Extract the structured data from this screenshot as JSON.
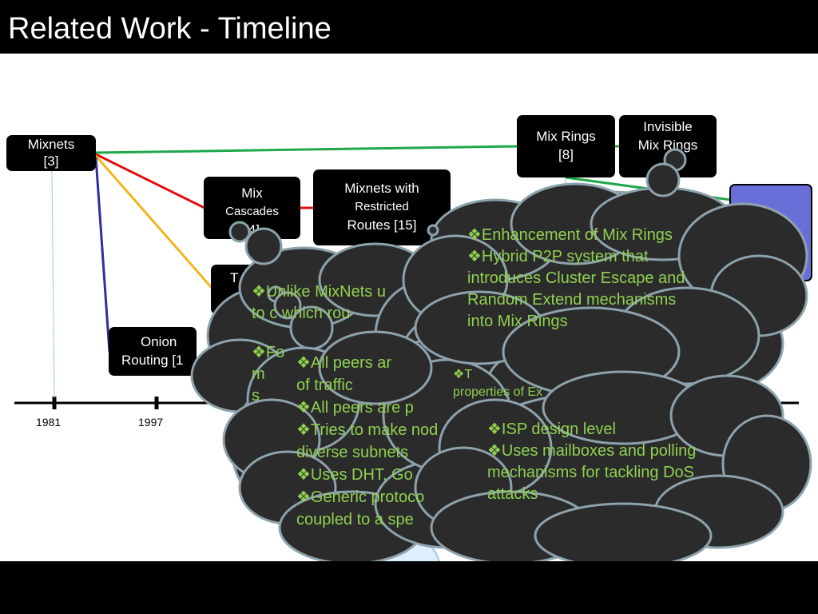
{
  "slide": {
    "title": "Related Work - Timeline"
  },
  "timeline": {
    "years": [
      "1981",
      "1997"
    ]
  },
  "boxes": {
    "mixnets": {
      "line1": "Mixnets",
      "line2": "[3]"
    },
    "mix_cascades": {
      "line1": "Mix",
      "line2": "Cascades",
      "line3": "[4]"
    },
    "mixnets_restricted": {
      "line1": "Mixnets with",
      "line2": "Restricted",
      "line3": "Routes [15]"
    },
    "mix_rings": {
      "line1": "Mix Rings",
      "line2": "[8]"
    },
    "invisible_mix_rings": {
      "line1": "Invisible",
      "line2": "Mix Rings",
      "line3": "["
    },
    "tarzan_partial": {
      "line1": "T"
    },
    "onion_routing": {
      "line1": "Onion",
      "line2": "Routing [1"
    }
  },
  "clouds": {
    "c1": {
      "bullet1": "❖Unlike MixNets u",
      "bullet1b": "to c        which rou",
      "bullet2": "❖Fo",
      "bullet2b": "m",
      "bullet2c": "s"
    },
    "c2": {
      "bullet1": "❖All peers ar",
      "bullet1b": "of traffic",
      "bullet2": "❖All peers are p",
      "bullet3": "❖Tries to make nod",
      "bullet3b": "diverse subnets",
      "bullet4": "❖Uses DHT, Go",
      "bullet5": "❖Generic protoco",
      "bullet5b": "coupled to a spe"
    },
    "c3": {
      "bullet1": "❖Enhancement of Mix Rings",
      "bullet2": "❖Hybrid P2P system that",
      "bullet2b": "introduces Cluster Escape and",
      "bullet2c": "Random Extend mechanisms",
      "bullet2d": "into Mix Rings"
    },
    "c4": {
      "partial1": "❖T",
      "partial2": "properties of Ex"
    },
    "c5": {
      "bullet1": "❖ISP design level",
      "bullet2": "❖Uses mailboxes and polling",
      "bullet2b": "mechanisms for tackling DoS",
      "bullet2c": "attacks"
    }
  },
  "colors": {
    "cloud_fill": "#2b2b2b",
    "cloud_stroke": "#8da2ad",
    "cloud_text": "#8fd14f",
    "line_green": "#1fa84a",
    "line_red": "#e01010",
    "line_yellow": "#f2b51a",
    "line_blue": "#2e2f9a",
    "box_purple": "#6a6ed8"
  }
}
